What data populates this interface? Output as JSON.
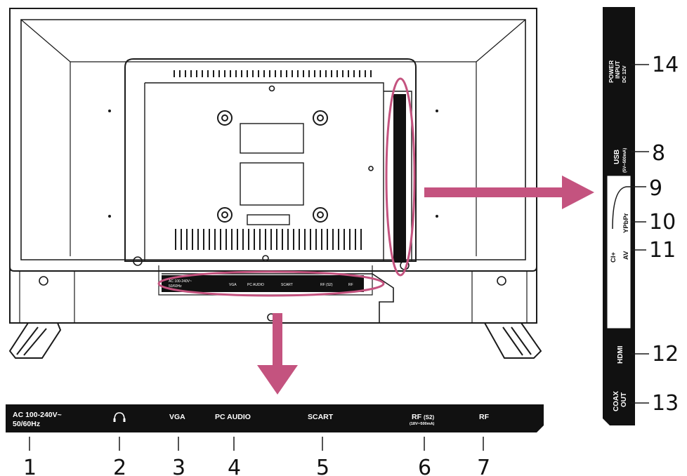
{
  "colors": {
    "accent": "#c4537f",
    "line": "#1a1a1a",
    "panel": "#111111"
  },
  "bottom_panel": {
    "ports": [
      {
        "label": "AC 100-240V~",
        "sub": "50/60Hz",
        "number": "1"
      },
      {
        "label": "",
        "icon": "headphone-icon",
        "number": "2"
      },
      {
        "label": "VGA",
        "number": "3"
      },
      {
        "label": "PC AUDIO",
        "number": "4"
      },
      {
        "label": "SCART",
        "number": "5"
      },
      {
        "label": "RF",
        "label_suffix": "(S2)",
        "sub": "(18V═500mA)",
        "number": "6"
      },
      {
        "label": "RF",
        "number": "7"
      }
    ]
  },
  "side_panel": {
    "ports": [
      {
        "label": "POWER",
        "label2": "INPUT",
        "label3": "DC 12V",
        "number": "14"
      },
      {
        "label": "USB",
        "sub": "(5V═500mA)",
        "number": "8"
      },
      {
        "label": "CI+",
        "number": "9"
      },
      {
        "label": "YPbPr",
        "number": "10"
      },
      {
        "label": "AV",
        "number": "11"
      },
      {
        "label": "HDMI",
        "number": "12"
      },
      {
        "label": "COAX",
        "label2": "OUT",
        "number": "13"
      }
    ]
  },
  "tv_mini_labels": [
    "AC 100-240V~",
    "50/60Hz",
    "VGA",
    "PC AUDIO",
    "SCART",
    "RF (S2)",
    "RF"
  ]
}
